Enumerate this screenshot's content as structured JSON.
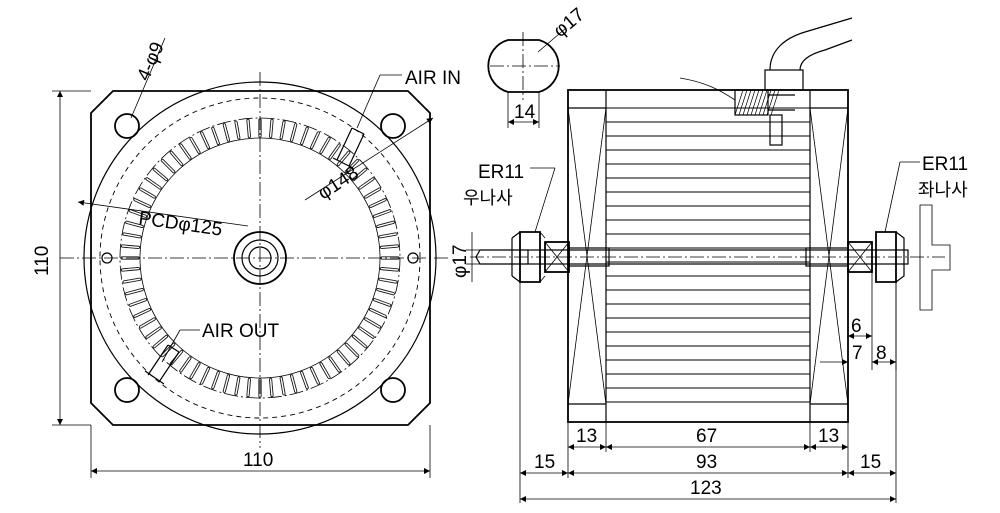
{
  "front_view": {
    "hole_callout": "4-φ9",
    "air_in": "AIR IN",
    "air_out": "AIR OUT",
    "diameter_148": "φ148",
    "pcd": "PCDφ125",
    "height": "110",
    "width": "110"
  },
  "shaft_detail": {
    "diameter": "φ17",
    "flat": "14"
  },
  "side_view": {
    "left_nut_name": "ER11",
    "left_nut_type": "우나사",
    "right_nut_name": "ER11",
    "right_nut_type": "좌나사",
    "shaft_diameter": "φ17",
    "dim_6": "6",
    "dim_7": "7",
    "dim_8": "8",
    "dim_13_left": "13",
    "dim_67": "67",
    "dim_13_right": "13",
    "dim_15_left": "15",
    "dim_93": "93",
    "dim_15_right": "15",
    "dim_123": "123"
  }
}
